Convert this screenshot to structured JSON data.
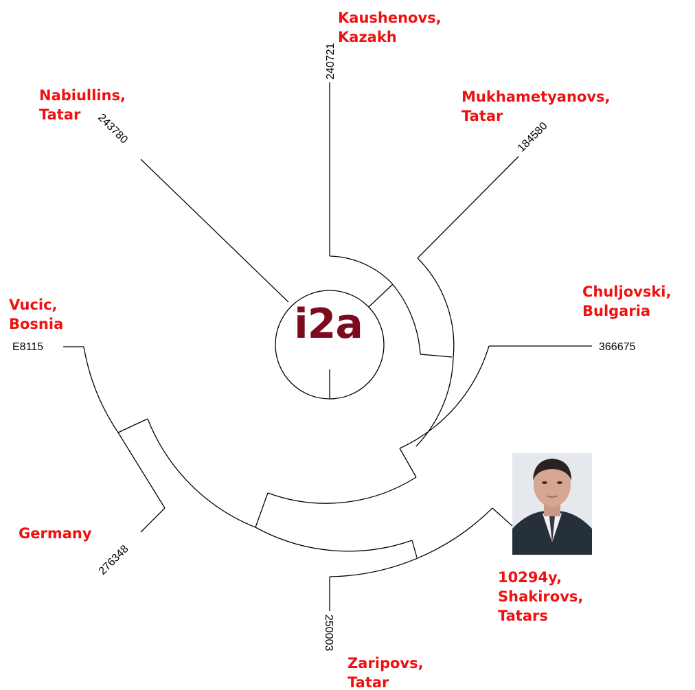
{
  "center_label": "i2a",
  "colors": {
    "label_red": "#ee1111",
    "center_label": "#7d0a1e",
    "branch_line": "#000000"
  },
  "tips": {
    "kaushenovs": {
      "id": "240721",
      "lines": [
        "Kaushenovs,",
        "Kazakh"
      ]
    },
    "mukhametyanovs": {
      "id": "184580",
      "lines": [
        "Mukhametyanovs,",
        "Tatar"
      ]
    },
    "nabiullins": {
      "id": "243780",
      "lines": [
        "Nabiullins,",
        "Tatar"
      ]
    },
    "chuljovski": {
      "id": "366675",
      "lines": [
        "Chuljovski,",
        "Bulgaria"
      ]
    },
    "vucic": {
      "id": "E8115",
      "lines": [
        "Vucic,",
        "Bosnia"
      ]
    },
    "germany": {
      "id": "276348",
      "lines": [
        "Germany"
      ]
    },
    "shakirovs": {
      "id": "10294y",
      "lines": [
        "10294y,",
        "Shakirovs,",
        "Tatars"
      ]
    },
    "zaripovs": {
      "id": "250003",
      "lines": [
        "Zaripovs,",
        "Tatar"
      ]
    }
  },
  "photo": {
    "icon": "portrait-photo"
  }
}
